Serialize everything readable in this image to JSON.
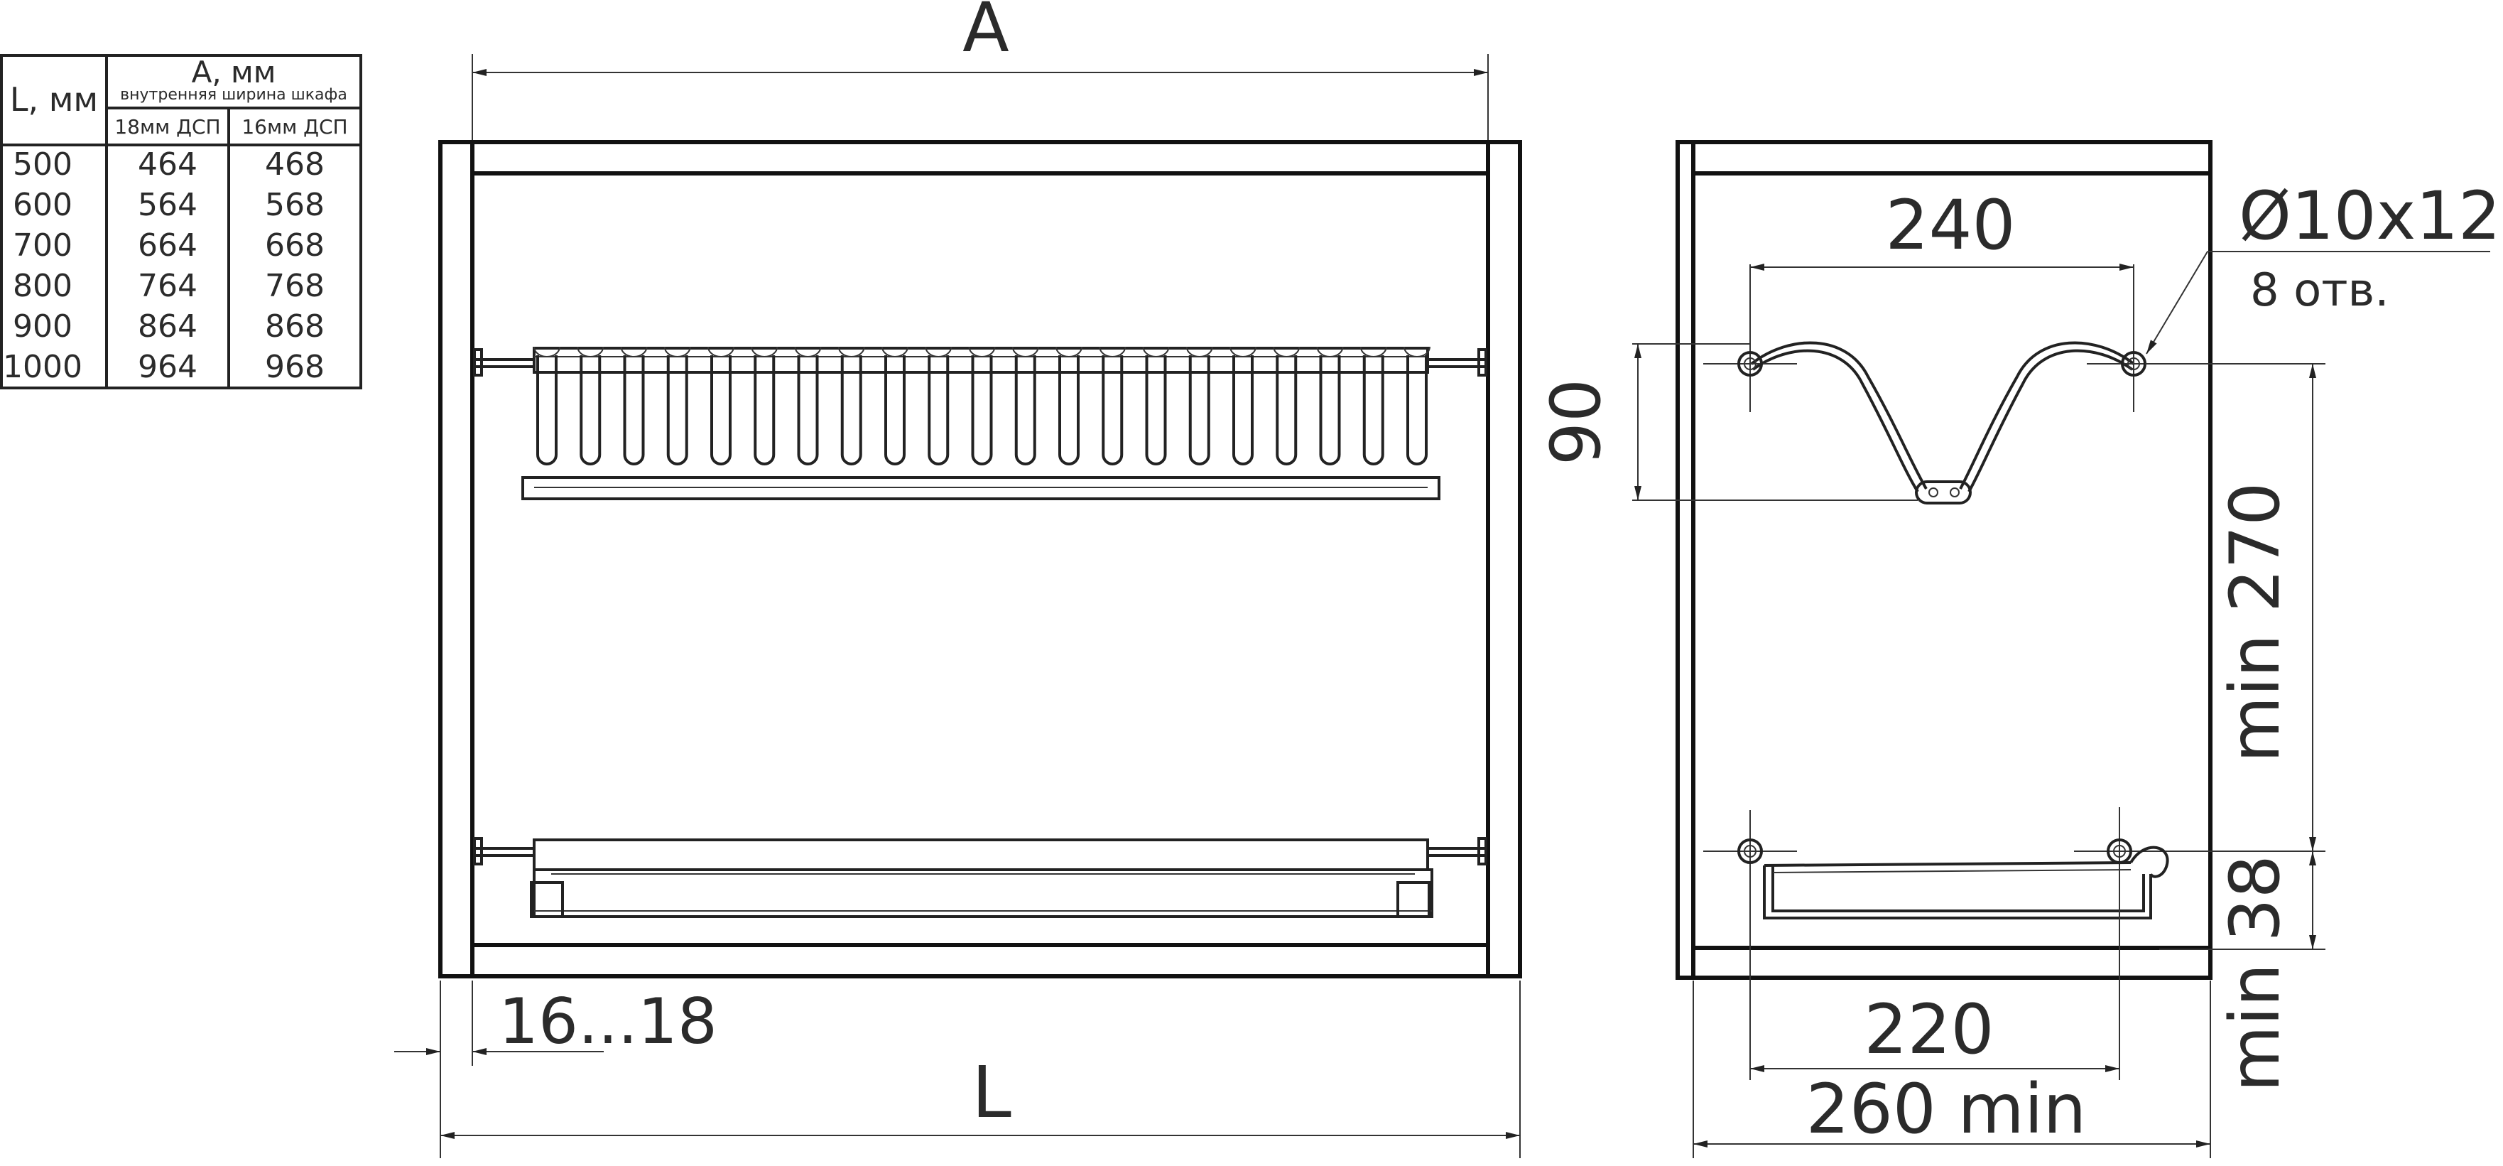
{
  "table": {
    "head_l": "L, мм",
    "head_a": "A, мм",
    "head_a_sub": "внутренняя ширина шкафа",
    "col_18": "18мм ДСП",
    "col_16": "16мм ДСП",
    "rows": [
      {
        "l": "500",
        "a18": "464",
        "a16": "468"
      },
      {
        "l": "600",
        "a18": "564",
        "a16": "568"
      },
      {
        "l": "700",
        "a18": "664",
        "a16": "668"
      },
      {
        "l": "800",
        "a18": "764",
        "a16": "768"
      },
      {
        "l": "900",
        "a18": "864",
        "a16": "868"
      },
      {
        "l": "1000",
        "a18": "964",
        "a16": "968"
      }
    ]
  },
  "front": {
    "dim_a": "A",
    "dim_l": "L",
    "dim_thickness": "16...18"
  },
  "side": {
    "dim_240": "240",
    "hole_spec": "Ø10x12",
    "hole_count": "8 отв.",
    "dim_90": "90",
    "dim_min270": "min 270",
    "dim_min38": "min 38",
    "dim_220": "220",
    "dim_260": "260 min"
  }
}
